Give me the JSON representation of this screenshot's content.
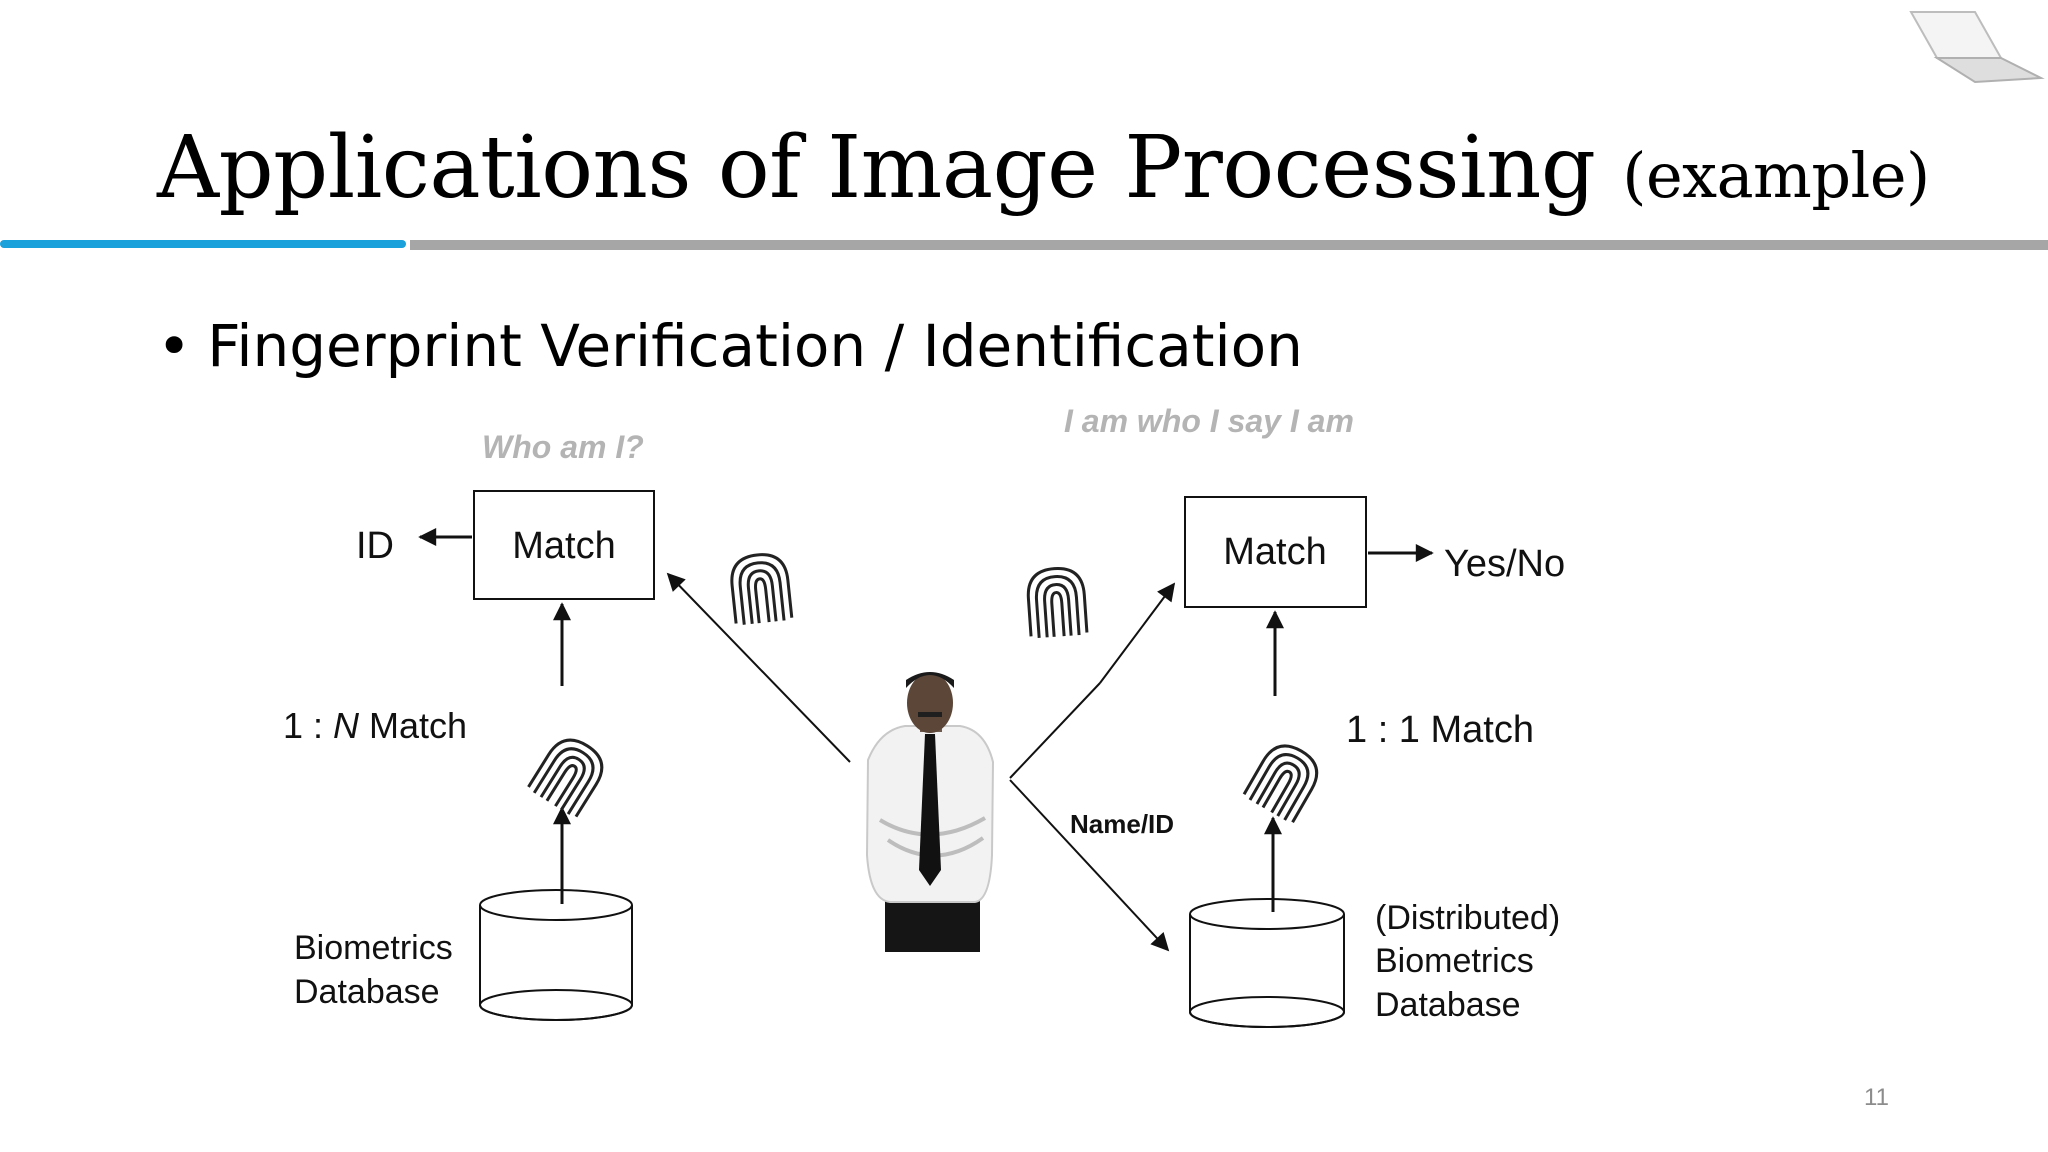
{
  "slide": {
    "title": "Applications of Image Processing",
    "title_suffix": "(example)",
    "bullet_mark": "•",
    "bullet": "Fingerprint Verification / Identification",
    "page_number": "11"
  },
  "diagram": {
    "left_caption": "Who am I?",
    "right_caption": "I am who I say I am",
    "left_match": "Match",
    "right_match": "Match",
    "id_output": "ID",
    "yes_no_output": "Yes/No",
    "one_to_n_prefix": "1 : ",
    "one_to_n_var": "N",
    "one_to_n_suffix": " Match",
    "one_to_one": "1 : 1 Match",
    "name_id": "Name/ID",
    "left_db_line1": "Biometrics",
    "left_db_line2": "Database",
    "right_db_line1": "(Distributed)",
    "right_db_line2": "Biometrics",
    "right_db_line3": "Database"
  },
  "icons": {
    "laptop": "laptop-icon",
    "fingerprint": "fingerprint-icon",
    "person": "person-figure",
    "database": "database-cylinder-icon"
  },
  "colors": {
    "accent": "#1aa0db",
    "rule": "#a6a6a6",
    "caption": "#b4b4b4"
  }
}
